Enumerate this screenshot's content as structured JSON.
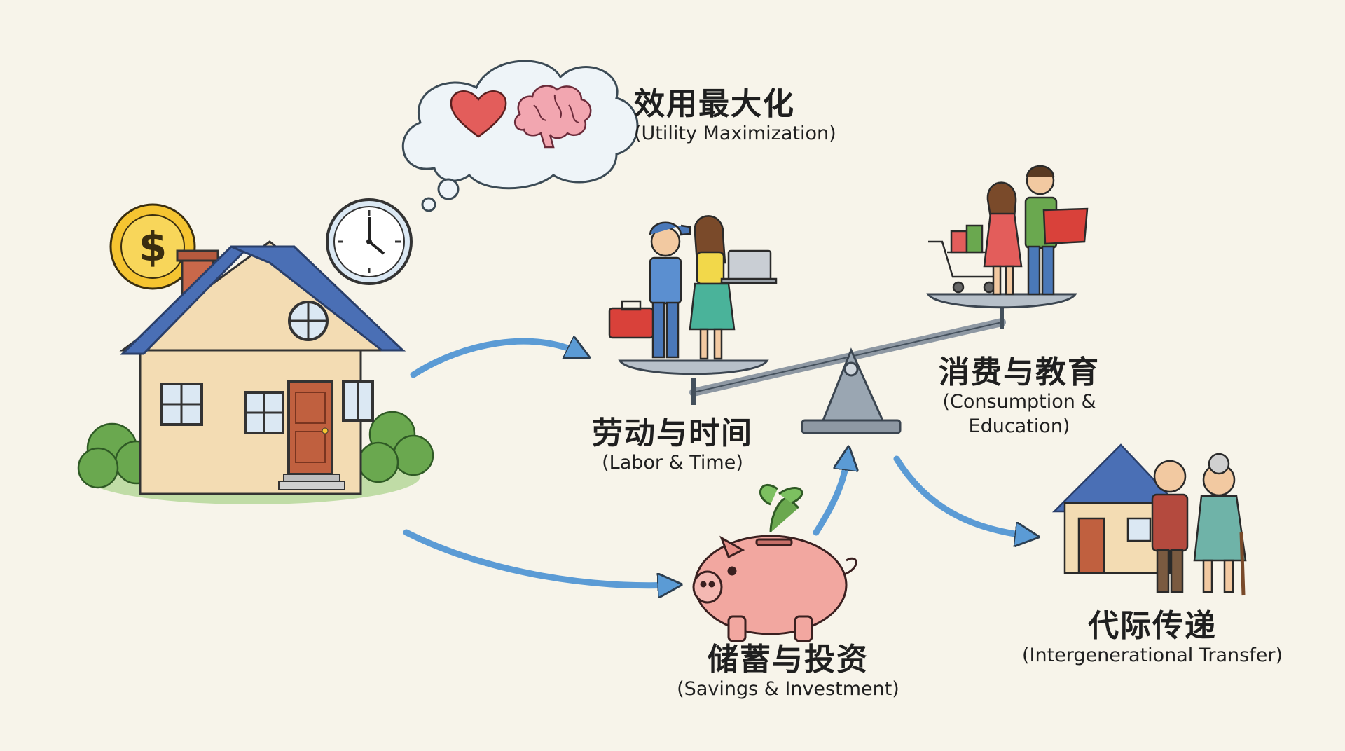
{
  "nodes": {
    "utility": {
      "zh": "效用最大化",
      "en": "(Utility Maximization)"
    },
    "labor": {
      "zh": "劳动与时间",
      "en": "(Labor & Time)"
    },
    "consumption": {
      "zh": "消费与教育",
      "en_line1": "(Consumption &",
      "en_line2": "Education)"
    },
    "savings": {
      "zh": "储蓄与投资",
      "en": "(Savings & Investment)"
    },
    "transfer": {
      "zh": "代际传递",
      "en": "(Intergenerational Transfer)"
    }
  },
  "icons": {
    "coin": "dollar-coin",
    "clock": "wall-clock",
    "house": "household-house",
    "thought": "thought-cloud",
    "heart": "heart",
    "brain": "brain",
    "workers": "workers",
    "shoppers": "family-shopping",
    "seesaw": "balance-seesaw",
    "piggy": "piggy-bank",
    "elders": "elderly-couple"
  },
  "colors": {
    "background": "#f7f4ea",
    "arrow": "#5b9bd5",
    "roof": "#4a6fb5",
    "wall": "#f3dcb3",
    "door": "#c0603f",
    "coin": "#f5c431",
    "piggy": "#f2a7a0",
    "grass": "#7cb85a"
  }
}
